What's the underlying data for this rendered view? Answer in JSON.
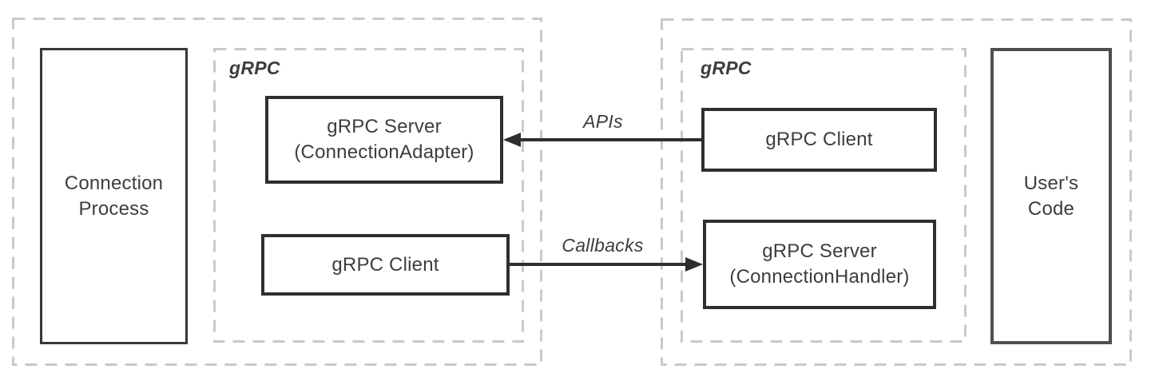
{
  "colors": {
    "background": "#ffffff",
    "box_border": "#2f2f2f",
    "process_box_border": "#383838",
    "user_code_box_border": "#4f4f4f",
    "dashed_border": "#c9c9c9",
    "text": "#3d3d3d",
    "arrow": "#2e2e2e"
  },
  "left_section": {
    "process_box_label": "Connection Process",
    "grpc_label": "gRPC",
    "server_box_label": "gRPC Server (ConnectionAdapter)",
    "client_box_label": "gRPC Client"
  },
  "right_section": {
    "grpc_label": "gRPC",
    "client_box_label": "gRPC Client",
    "server_box_label": "gRPC Server (ConnectionHandler)",
    "user_code_box_label": "User's Code"
  },
  "arrows": {
    "apis": {
      "label": "APIs",
      "direction": "right-to-left"
    },
    "callbacks": {
      "label": "Callbacks",
      "direction": "left-to-right"
    }
  }
}
